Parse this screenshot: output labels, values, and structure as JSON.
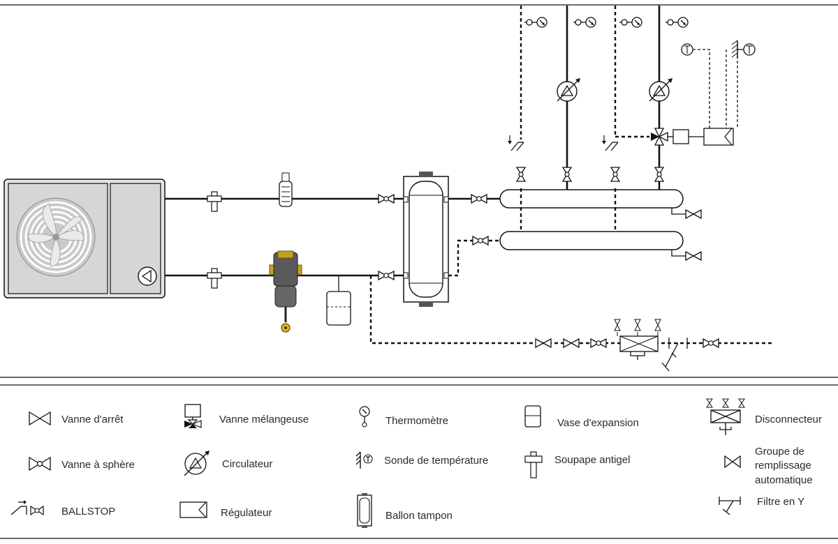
{
  "legend": {
    "vanne_arret": "Vanne d'arrêt",
    "vanne_melangeuse": "Vanne mélangeuse",
    "thermometre": "Thermomètre",
    "vase_expansion": "Vase d'expansion",
    "disconnecteur": "Disconnecteur",
    "vanne_sphere": "Vanne à sphère",
    "circulateur": "Circulateur",
    "sonde_temperature": "Sonde de température",
    "soupape_antigel": "Soupape antigel",
    "groupe_remplissage_1": "Groupe de",
    "groupe_remplissage_2": "remplissage",
    "groupe_remplissage_3": "automatique",
    "ballstop": "BALLSTOP",
    "regulateur": "Régulateur",
    "ballon_tampon": "Ballon tampon",
    "filtre_y": "Filtre en Y"
  },
  "colors": {
    "line": "#111111",
    "unit_grey": "#d9d9d9",
    "fan_grey": "#bdbdbd",
    "filter_dark": "#555555",
    "brass": "#c8a020"
  }
}
